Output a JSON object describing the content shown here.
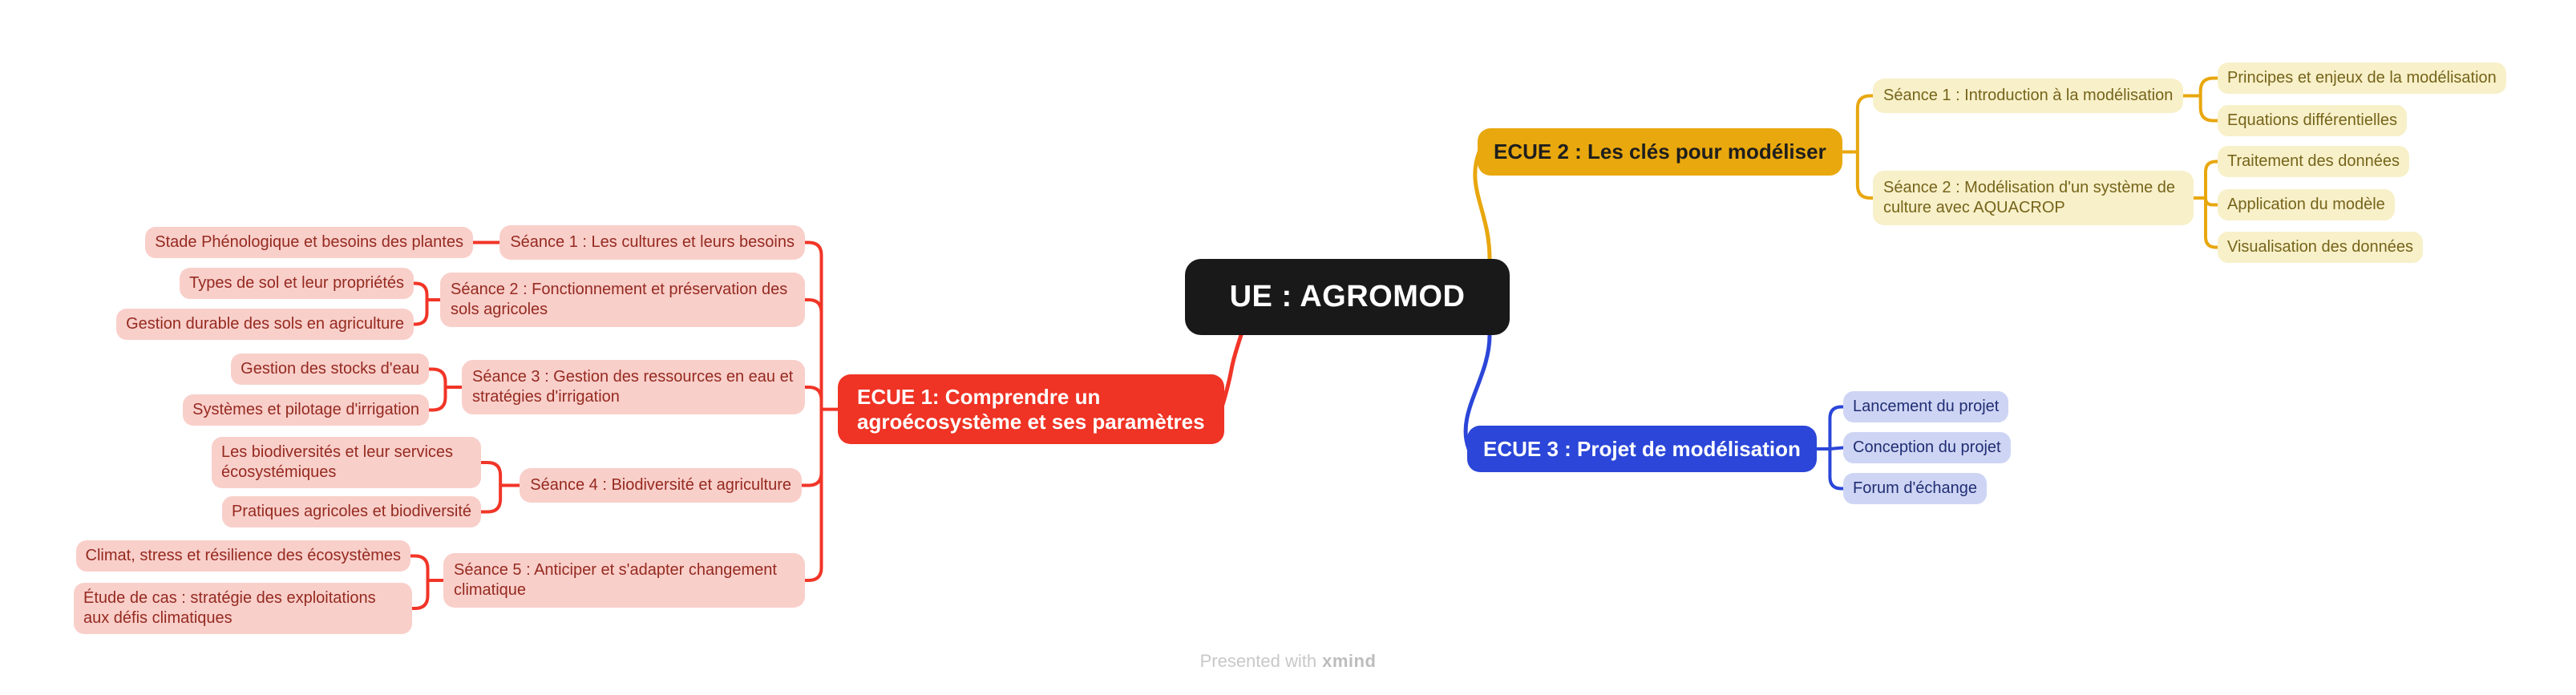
{
  "root": {
    "label": "UE : AGROMOD",
    "colors": {
      "bg": "#191919",
      "text": "#FFFFFF"
    }
  },
  "branches": [
    {
      "label": "ECUE 1: Comprendre un agroécosystème et ses paramètres",
      "colors": {
        "line": "#F13527",
        "node_bg": "#EF3324",
        "node_text": "#FFFFFF",
        "child_bg": "#F9CFCA",
        "child_text": "#952A20"
      },
      "children": [
        {
          "label": "Séance 1 : Les cultures et leurs besoins",
          "children": [
            {
              "label": "Stade Phénologique et besoins des plantes"
            }
          ]
        },
        {
          "label": "Séance 2 : Fonctionnement et préservation des sols agricoles",
          "children": [
            {
              "label": "Types de sol et leur propriétés"
            },
            {
              "label": "Gestion durable des sols en agriculture"
            }
          ]
        },
        {
          "label": "Séance 3 : Gestion des ressources en eau et stratégies d'irrigation",
          "children": [
            {
              "label": "Gestion des stocks d'eau"
            },
            {
              "label": "Systèmes et pilotage d'irrigation"
            }
          ]
        },
        {
          "label": "Séance 4 : Biodiversité et agriculture",
          "children": [
            {
              "label": "Les biodiversités et leur services écosystémiques"
            },
            {
              "label": "Pratiques agricoles et biodiversité"
            }
          ]
        },
        {
          "label": "Séance 5 : Anticiper et s'adapter changement climatique",
          "children": [
            {
              "label": "Climat, stress et résilience des écosystèmes"
            },
            {
              "label": "Étude de cas : stratégie des exploitations aux défis climatiques"
            }
          ]
        }
      ]
    },
    {
      "label": "ECUE 2 : Les clés pour modéliser",
      "colors": {
        "line": "#E8A70E",
        "node_bg": "#E9A80D",
        "node_text": "#1E1E1E",
        "child_bg": "#F8F0C9",
        "child_text": "#75641A"
      },
      "children": [
        {
          "label": "Séance 1 : Introduction à la modélisation",
          "children": [
            {
              "label": "Principes et enjeux de la modélisation"
            },
            {
              "label": "Equations différentielles"
            }
          ]
        },
        {
          "label": "Séance 2 : Modélisation d'un système de culture avec AQUACROP",
          "children": [
            {
              "label": "Traitement des données"
            },
            {
              "label": "Application du modèle"
            },
            {
              "label": "Visualisation des données"
            }
          ]
        }
      ]
    },
    {
      "label": "ECUE 3 : Projet de modélisation",
      "colors": {
        "line": "#2B46D8",
        "node_bg": "#2B46D8",
        "node_text": "#FFFFFF",
        "child_bg": "#CED5F4",
        "child_text": "#202D73"
      },
      "children": [
        {
          "label": "Lancement du projet"
        },
        {
          "label": "Conception du projet"
        },
        {
          "label": "Forum d'échange"
        }
      ]
    }
  ],
  "watermark": {
    "prefix": "Presented with",
    "brand": "xmind"
  }
}
